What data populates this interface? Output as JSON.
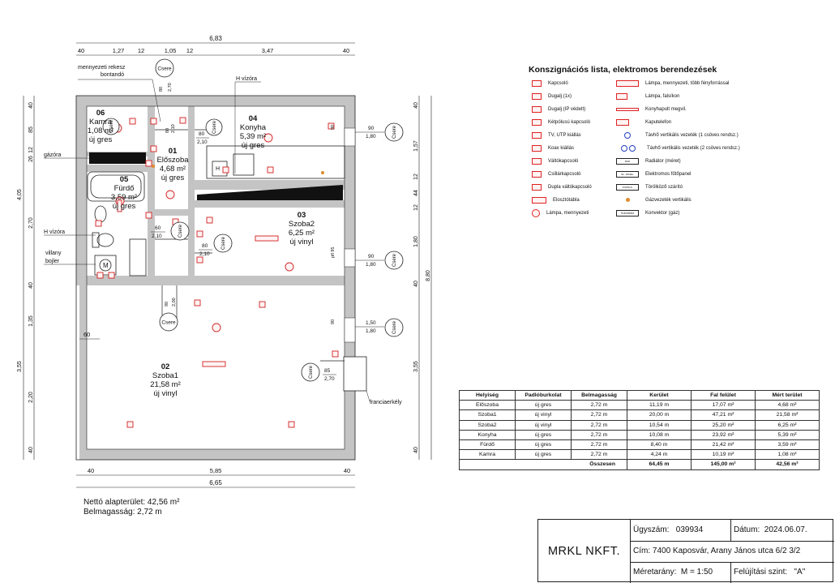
{
  "plan": {
    "top_dims": {
      "total": "6,83",
      "segments": [
        "40",
        "1,27",
        "12",
        "1,05",
        "12",
        "3,47",
        "40"
      ]
    },
    "bottom_dims": {
      "total": "6,65",
      "segments": [
        "40",
        "5,85",
        "40"
      ]
    },
    "left_dims": [
      "40",
      "85",
      "12",
      "26",
      "4,05",
      "2,70",
      "40",
      "1,35",
      "3,55",
      "2,20",
      "40"
    ],
    "right_dims": [
      "40",
      "1,57",
      "12",
      "44",
      "12",
      "1,80",
      "40",
      "8,80",
      "3,55",
      "40"
    ],
    "rooms": [
      {
        "num": "06",
        "name": "Kamra",
        "area": "1,08 m²",
        "floor": "új gres"
      },
      {
        "num": "01",
        "name": "Előszoba",
        "area": "4,68 m²",
        "floor": "új gres"
      },
      {
        "num": "04",
        "name": "Konyha",
        "area": "5,39 m²",
        "floor": "új gres"
      },
      {
        "num": "05",
        "name": "Fürdő",
        "area": "3,59 m²",
        "floor": "új gres"
      },
      {
        "num": "03",
        "name": "Szoba2",
        "area": "6,25 m²",
        "floor": "új vinyl"
      },
      {
        "num": "02",
        "name": "Szoba1",
        "area": "21,58 m²",
        "floor": "új vinyl"
      }
    ],
    "annotations": {
      "ceiling_hatch": "mennyezeti rekesz",
      "ceiling_hatch2": "bontandó",
      "h_meter_top": "H vízóra",
      "gas_meter": "gázóra",
      "h_meter_left": "H vízóra",
      "boiler1": "villany",
      "boiler2": "bojler",
      "french_balcony": "franciaerkély",
      "pfl": "pfl 95",
      "boiler_letter": "M",
      "stove_letter": "H"
    },
    "cseres": [
      "Csere",
      "Csere",
      "Csere",
      "Csere",
      "Csere",
      "Csere",
      "Csere",
      "Csere",
      "Csere"
    ],
    "door_labels": [
      {
        "w": "80",
        "h": "2,10"
      },
      {
        "w": "80",
        "h": "2,10"
      },
      {
        "w": "60",
        "h": "2,10"
      },
      {
        "w": "80",
        "h": "2,10"
      },
      {
        "w": "90",
        "h": "2,00"
      },
      {
        "w": "85",
        "h": "2,70"
      },
      {
        "w": "80",
        "h": "2,70"
      }
    ],
    "window_labels": [
      {
        "w": "90",
        "h": "1,80"
      },
      {
        "w": "90",
        "h": "1,80"
      },
      {
        "w": "1,50",
        "h": "1,80"
      }
    ],
    "misc_dims": [
      "60",
      "90",
      "90"
    ]
  },
  "legend": {
    "title": "Konszignációs lista, elektromos berendezések",
    "left": [
      {
        "icon": "switch-icon",
        "label": "Kapcsoló"
      },
      {
        "icon": "socket-icon",
        "label": "Dugalj (1x)"
      },
      {
        "icon": "socket-ip-icon",
        "label": "Dugalj (IP védett)"
      },
      {
        "icon": "double-switch-icon",
        "label": "Kétpólusú kapcsoló"
      },
      {
        "icon": "tv-socket-icon",
        "label": "TV, UTP kiállás"
      },
      {
        "icon": "coax-icon",
        "label": "Koax kiállás"
      },
      {
        "icon": "changeover-switch-icon",
        "label": "Váltókapcsoló"
      },
      {
        "icon": "chandelier-switch-icon",
        "label": "Csillárkapcsoló"
      },
      {
        "icon": "double-changeover-icon",
        "label": "Dupla váltókapcsoló"
      },
      {
        "icon": "distribution-board-icon",
        "label": "Elosztótábla"
      },
      {
        "icon": "ceiling-lamp-icon",
        "label": "Lámpa, mennyezeti"
      }
    ],
    "right": [
      {
        "icon": "multi-light-icon",
        "label": "Lámpa, mennyezeti, több fényforrással"
      },
      {
        "icon": "wall-lamp-icon",
        "label": "Lámpa, falsíkon"
      },
      {
        "icon": "kitchen-light-icon",
        "label": "Konyhapult megvil."
      },
      {
        "icon": "intercom-icon",
        "label": "Kaputelefon"
      },
      {
        "icon": "water-pipe-1-icon",
        "label": "Távhő vertikális vezeték (1 csöves rendsz.)"
      },
      {
        "icon": "water-pipe-2-icon",
        "label": "Távhő vertikális vezeték (2 csöves rendsz.)"
      },
      {
        "icon": "radiator-icon",
        "label": "Radiátor (méret)"
      },
      {
        "icon": "heating-panel-icon",
        "label": "Elektromos fűtőpanel"
      },
      {
        "icon": "towel-dryer-icon",
        "label": "Törölköző szárító"
      },
      {
        "icon": "gas-pipe-icon",
        "label": "Gázvezeték vertikális"
      },
      {
        "icon": "convector-icon",
        "label": "Konvektor (gáz)"
      }
    ],
    "icon_texts": [
      "RAD",
      "EL. PANEL",
      "TÖRÖLK.",
      "Konvektor"
    ],
    "colors": {
      "red": "#d22222",
      "blue": "#2340c0",
      "orange": "#e08a2c"
    }
  },
  "table": {
    "headers": [
      "Helyiség",
      "Padlóburkolat",
      "Belmagasság",
      "Kerület",
      "Fal felület",
      "Mért terület"
    ],
    "rows": [
      [
        "Előszoba",
        "új gres",
        "2,72 m",
        "11,19 m",
        "17,07 m²",
        "4,68 m²"
      ],
      [
        "Szoba1",
        "új vinyl",
        "2,72 m",
        "20,00 m",
        "47,21 m²",
        "21,58 m²"
      ],
      [
        "Szoba2",
        "új vinyl",
        "2,72 m",
        "10,54 m",
        "25,20 m²",
        "6,25 m²"
      ],
      [
        "Konyha",
        "új gres",
        "2,72 m",
        "10,08 m",
        "23,92 m²",
        "5,39 m²"
      ],
      [
        "Fürdő",
        "új gres",
        "2,72 m",
        "8,40 m",
        "21,42 m²",
        "3,59 m²"
      ],
      [
        "Kamra",
        "új gres",
        "2,72 m",
        "4,24 m",
        "10,19 m²",
        "1,08 m²"
      ]
    ],
    "total": {
      "label": "Összesen",
      "kerulet": "64,45 m",
      "fal": "145,00 m²",
      "terulet": "42,56 m²"
    }
  },
  "summary": {
    "net_area": "Nettó alapterület: 42,56 m²",
    "height": "Belmagasság: 2,72 m"
  },
  "titleblock": {
    "company": "MRKL NKFT.",
    "ugyszam_label": "Ügyszám:",
    "ugyszam": "039934",
    "datum_label": "Dátum:",
    "datum": "2024.06.07.",
    "cim_label": "Cím:",
    "cim": "7400 Kaposvár, Arany János utca 6/2 3/2",
    "meretarany_label": "Méretarány:",
    "meretarany": "M = 1:50",
    "szint_label": "Felújítási szint:",
    "szint": "\"A\""
  }
}
